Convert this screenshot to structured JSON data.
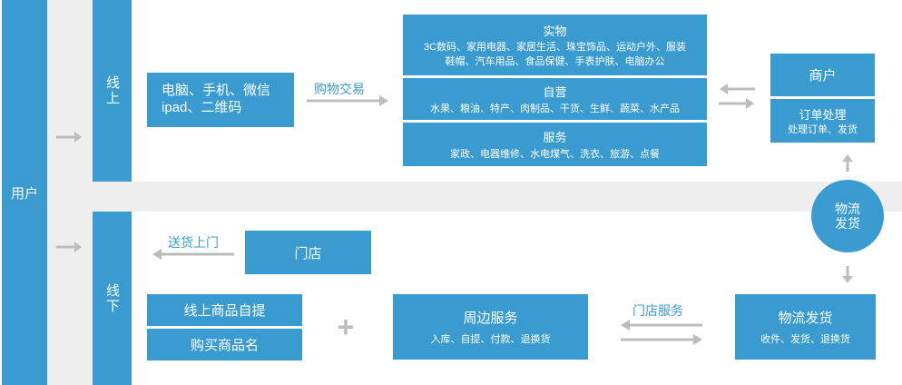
{
  "colors": {
    "primary": "#3a9bd0",
    "band": "#eeeeee",
    "arrow": "#bdbdbd"
  },
  "user": "用户",
  "online": {
    "label": "线上",
    "entry": "电脑、手机、微信 ipad、二维码",
    "trade_label": "购物交易",
    "categories": [
      {
        "title": "实物",
        "desc": "3C数码、家用电器、家居生活、珠宝饰品、运动户外、服装鞋帽、汽车用品、食品保健、手表护肤、电脑办公"
      },
      {
        "title": "自营",
        "desc": "水果、粮油、特产、肉制品、干货、生鲜、蔬菜、水产品"
      },
      {
        "title": "服务",
        "desc": "家政、电器维修、水电煤气、洗衣、旅游、点餐"
      }
    ],
    "merchant": {
      "title": "商户",
      "order_title": "订单处理",
      "order_desc": "处理订单、发货"
    }
  },
  "logistics_circle": "物流发货",
  "offline": {
    "label": "线下",
    "delivery_label": "送货上门",
    "store": "门店",
    "pickup": "线上商品自提",
    "buy": "购买商品名",
    "plus": "+",
    "nearby": {
      "title": "周边服务",
      "desc": "入库、自提、付款、退换货"
    },
    "store_service_label": "门店服务",
    "logistics": {
      "title": "物流发货",
      "desc": "收件、发货、退换货"
    }
  }
}
